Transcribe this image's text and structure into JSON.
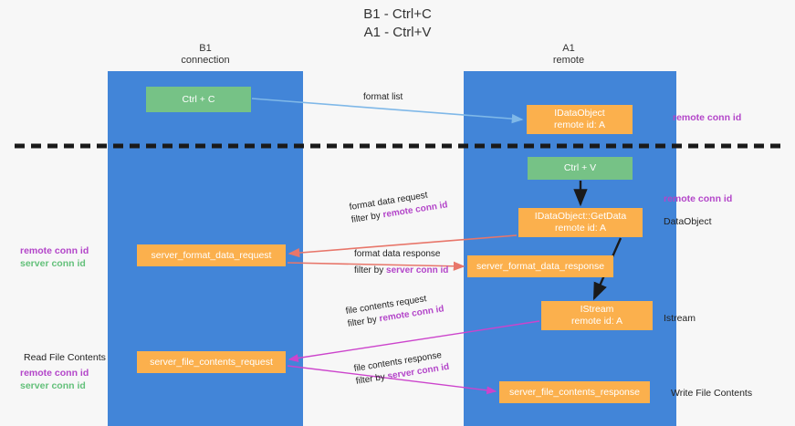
{
  "title": {
    "line1": "B1 - Ctrl+C",
    "line2": "A1 - Ctrl+V"
  },
  "lanes": [
    {
      "id": "b1",
      "name": "B1",
      "role": "connection",
      "color": "#4285d8"
    },
    {
      "id": "a1",
      "name": "A1",
      "role": "remote",
      "color": "#4285d8"
    }
  ],
  "colors": {
    "lane": "#4285d8",
    "green_box": "#76c286",
    "orange_box": "#fbb04d",
    "remote_conn_id": "#b345c9",
    "server_conn_id": "#63c07a",
    "arrow_blue": "#7fb8e8",
    "arrow_red": "#e8766a",
    "arrow_magenta": "#cc44cc",
    "arrow_black": "#1a1a1a",
    "divider": "#1a1a1a"
  },
  "boxes": {
    "ctrl_c": {
      "label": "Ctrl + C",
      "style": "green"
    },
    "idataobject": {
      "line1": "IDataObject",
      "line2": "remote id: A",
      "style": "orange"
    },
    "ctrl_v": {
      "label": "Ctrl + V",
      "style": "green"
    },
    "getdata": {
      "line1": "IDataObject::GetData",
      "line2": "remote id: A",
      "style": "orange"
    },
    "format_data_request": {
      "label": "server_format_data_request",
      "style": "orange"
    },
    "format_data_response": {
      "label": "server_format_data_response",
      "style": "orange"
    },
    "istream": {
      "line1": "IStream",
      "line2": "remote id: A",
      "style": "orange"
    },
    "file_contents_request": {
      "label": "server_file_contents_request",
      "style": "orange"
    },
    "file_contents_response": {
      "label": "server_file_contents_response",
      "style": "orange"
    }
  },
  "edge_labels": {
    "format_list": "format list",
    "format_data_request": "format data request",
    "format_data_request_filter_prefix": "filter by ",
    "format_data_request_filter_key": "remote conn id",
    "format_data_response": "format data response",
    "format_data_response_filter_prefix": "filter by ",
    "format_data_response_filter_key": "server conn id",
    "file_contents_request": "file contents request",
    "file_contents_request_filter_prefix": "filter by ",
    "file_contents_request_filter_key": "remote conn id",
    "file_contents_response": "file contents response",
    "file_contents_response_filter_prefix": "filter by ",
    "file_contents_response_filter_key": "server conn id"
  },
  "annotations": {
    "remote_conn_id_top": "remote conn id",
    "remote_conn_id_mid": "remote conn id",
    "dataobject": "DataObject",
    "istream": "Istream",
    "write_file_contents": "Write File Contents",
    "read_file_contents": "Read File Contents",
    "left_remote_conn_id": "remote conn id",
    "left_server_conn_id": "server conn id",
    "left_remote_conn_id_2": "remote conn id",
    "left_server_conn_id_2": "server conn id"
  }
}
